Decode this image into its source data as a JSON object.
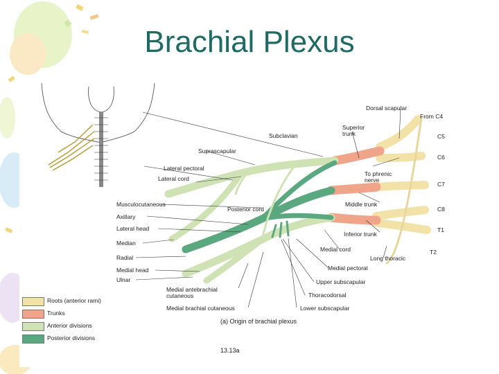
{
  "slide": {
    "title": "Brachial Plexus"
  },
  "figure": {
    "caption": "(a) Origin of brachial plexus",
    "figure_id": "13.13a",
    "labels": {
      "dorsal_scapular": "Dorsal scapular",
      "from_c4": "From C4",
      "c5": "C5",
      "c6": "C6",
      "c7": "C7",
      "c8": "C8",
      "t1": "T1",
      "t2": "T2",
      "superior_trunk": "Superior\ntrunk",
      "subclavian": "Subclavian",
      "suprascapular": "Suprascapular",
      "lateral_pectoral": "Lateral pectoral",
      "lateral_cord": "Lateral cord",
      "to_phrenic_nerve": "To phrenic\nnerve",
      "musculocutaneous": "Musculocutaneous",
      "posterior_cord": "Posterior cord",
      "middle_trunk": "Middle trunk",
      "axillary": "Axillary",
      "lateral_head": "Lateral head",
      "inferior_trunk": "Inferior trunk",
      "median": "Median",
      "medial_cord": "Medial cord",
      "radial": "Radial",
      "long_thoracic": "Long thoracic",
      "medial_head": "Medial head",
      "medial_pectoral": "Medial pectoral",
      "ulnar": "Ulnar",
      "upper_subscapular": "Upper subscapular",
      "medial_antebrachial_cutaneous": "Medial antebrachial\ncutaneous",
      "thoracodorsal": "Thoracodorsal",
      "medial_brachial_cutaneous": "Medial brachial cutaneous",
      "lower_subscapular": "Lower subscapular"
    }
  },
  "legend": [
    {
      "label": "Roots (anterior rami)",
      "color": "#f3e2a8"
    },
    {
      "label": "Trunks",
      "color": "#f0a58a"
    },
    {
      "label": "Anterior divisions",
      "color": "#cfe2b4"
    },
    {
      "label": "Posterior divisions",
      "color": "#5aa880"
    }
  ],
  "colors": {
    "title": "#1f6b63",
    "roots": "#f3e2a8",
    "trunks": "#f0a58a",
    "anterior": "#cfe2b4",
    "posterior": "#5aa880"
  }
}
